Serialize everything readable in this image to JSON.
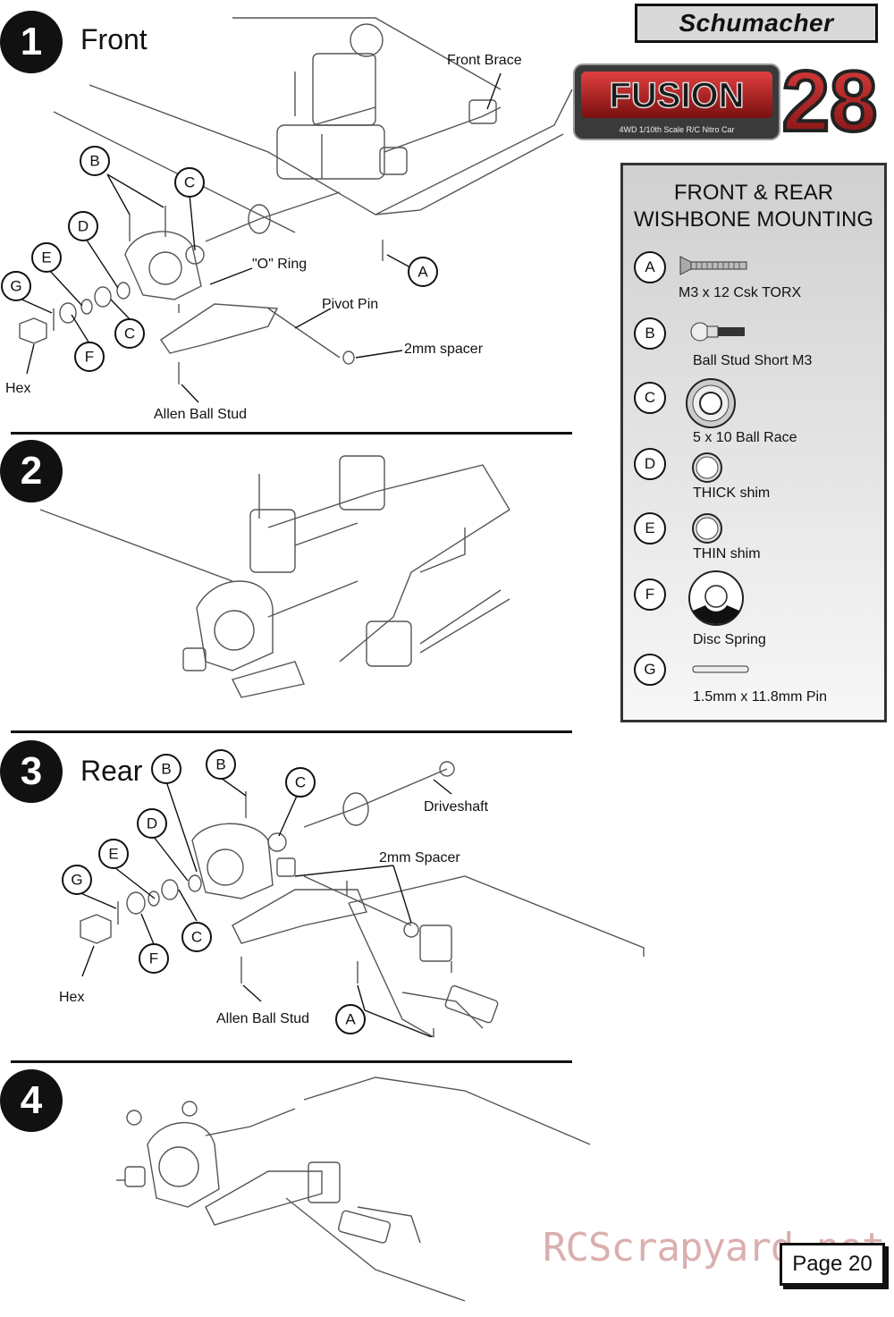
{
  "brand": {
    "name": "Schumacher"
  },
  "logo": {
    "word": "FUSION",
    "number": "28",
    "tagline": "4WD 1/10th Scale R/C Nitro Car"
  },
  "steps": [
    {
      "number": "1",
      "title": "Front"
    },
    {
      "number": "2",
      "title": ""
    },
    {
      "number": "3",
      "title": "Rear"
    },
    {
      "number": "4",
      "title": ""
    }
  ],
  "step1_labels": {
    "front_brace": "Front Brace",
    "o_ring": "\"O\" Ring",
    "pivot_pin": "Pivot Pin",
    "spacer": "2mm spacer",
    "allen_ball_stud": "Allen Ball Stud",
    "hex": "Hex"
  },
  "step3_labels": {
    "driveshaft": "Driveshaft",
    "spacer": "2mm Spacer",
    "allen_ball_stud": "Allen Ball Stud",
    "hex": "Hex"
  },
  "callouts": {
    "A": "A",
    "B": "B",
    "C": "C",
    "D": "D",
    "E": "E",
    "F": "F",
    "G": "G"
  },
  "panel": {
    "title_line1": "FRONT & REAR",
    "title_line2": "WISHBONE MOUNTING",
    "parts": [
      {
        "letter": "A",
        "name": "M3 x 12 Csk TORX"
      },
      {
        "letter": "B",
        "name": "Ball Stud Short M3"
      },
      {
        "letter": "C",
        "name": "5 x 10 Ball Race"
      },
      {
        "letter": "D",
        "name": "THICK shim"
      },
      {
        "letter": "E",
        "name": "THIN shim"
      },
      {
        "letter": "F",
        "name": "Disc Spring"
      },
      {
        "letter": "G",
        "name": "1.5mm x 11.8mm Pin"
      }
    ]
  },
  "watermark": "RCScrapyard.net",
  "page_label": "Page 20"
}
